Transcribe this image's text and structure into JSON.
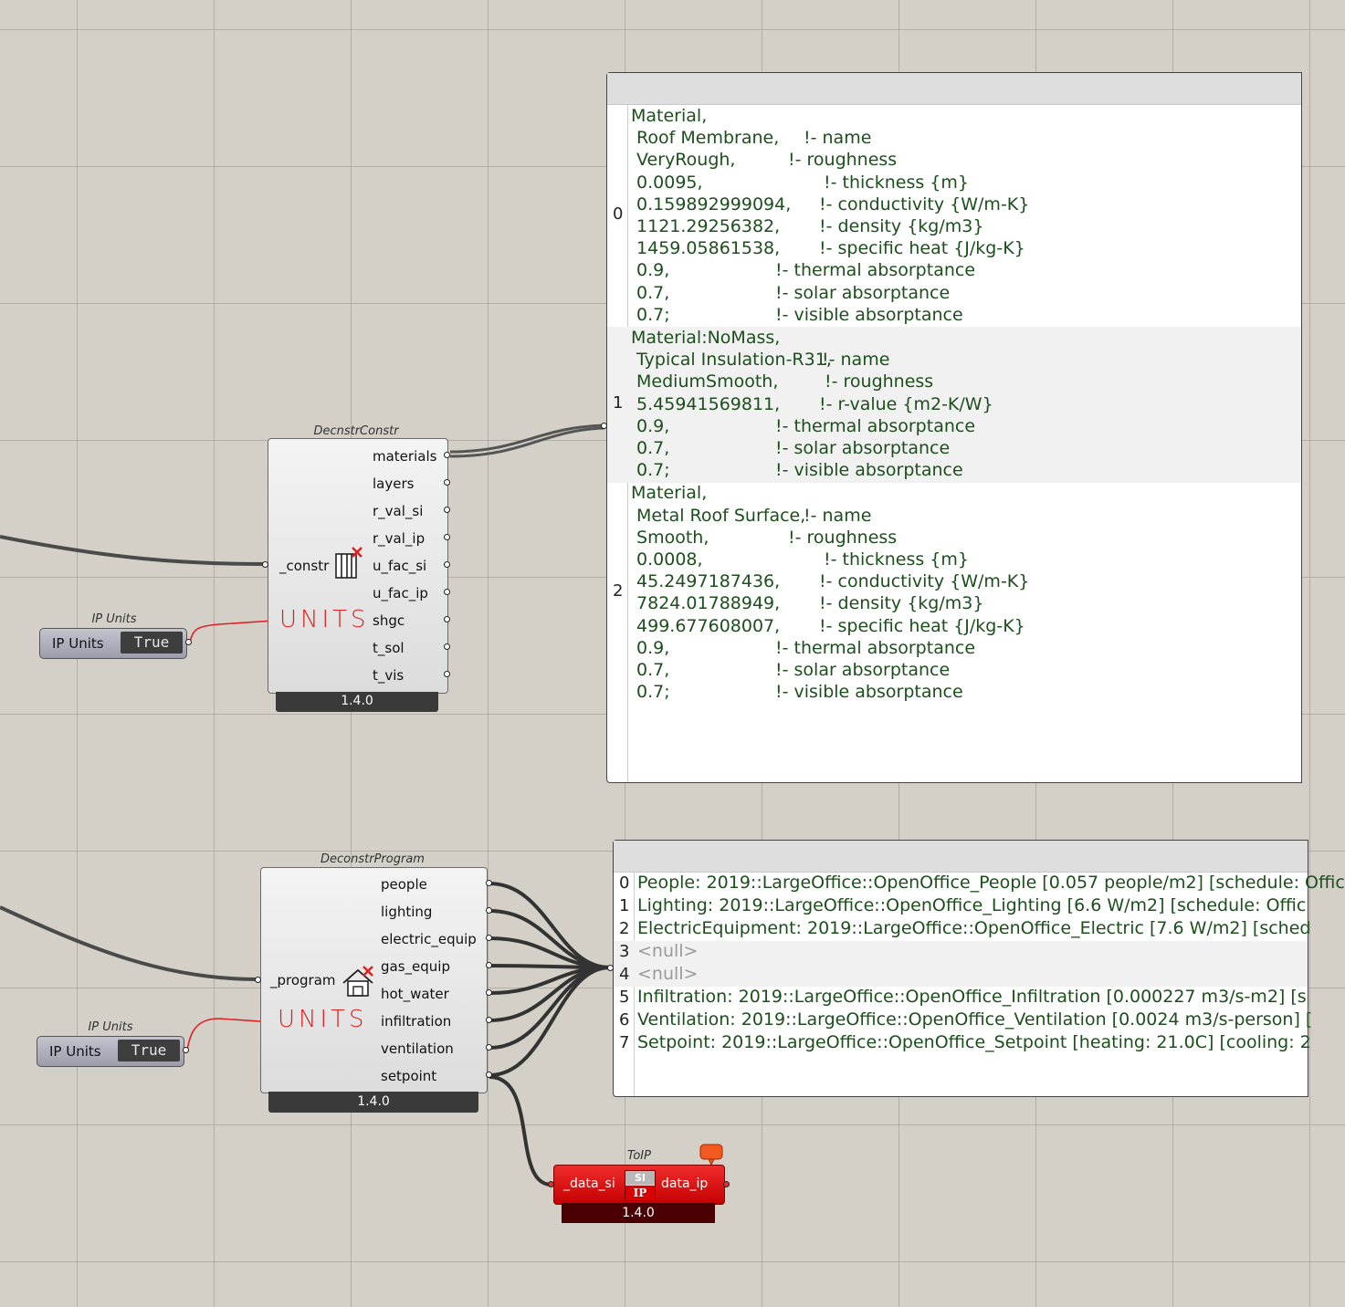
{
  "decnstr_constr": {
    "title": "DecnstrConstr",
    "input": "_constr",
    "outputs": [
      "materials",
      "layers",
      "r_val_si",
      "r_val_ip",
      "u_fac_si",
      "u_fac_ip",
      "shgc",
      "t_sol",
      "t_vis"
    ],
    "version": "1.4.0"
  },
  "deconstr_program": {
    "title": "DeconstrProgram",
    "input": "_program",
    "outputs": [
      "people",
      "lighting",
      "electric_equip",
      "gas_equip",
      "hot_water",
      "infiltration",
      "ventilation",
      "setpoint"
    ],
    "version": "1.4.0"
  },
  "toggle1": {
    "title": "IP Units",
    "label": "IP Units",
    "value": "True"
  },
  "toggle2": {
    "title": "IP Units",
    "label": "IP Units",
    "value": "True"
  },
  "annotations": {
    "units1": "UNITS",
    "units2": "UNITS"
  },
  "toip": {
    "title": "ToIP",
    "input": "_data_si",
    "output": "data_ip",
    "icon_top": "SI",
    "icon_bottom": "IP",
    "version": "1.4.0"
  },
  "materials_panel": {
    "items": [
      {
        "index": "0",
        "lines": [
          {
            "text": "Material,",
            "comment": ""
          },
          {
            "text": " Roof Membrane,",
            "comment": "!- name"
          },
          {
            "text": " VeryRough,",
            "comment": "!- roughness"
          },
          {
            "text": " 0.0095,",
            "comment": "!- thickness {m}"
          },
          {
            "text": " 0.159892999094,",
            "comment": "!- conductivity {W/m-K}"
          },
          {
            "text": " 1121.29256382,",
            "comment": "!- density {kg/m3}"
          },
          {
            "text": " 1459.05861538,",
            "comment": "!- specific heat {J/kg-K}"
          },
          {
            "text": " 0.9,",
            "comment": "!- thermal absorptance"
          },
          {
            "text": " 0.7,",
            "comment": "!- solar absorptance"
          },
          {
            "text": " 0.7;",
            "comment": "!- visible absorptance"
          }
        ]
      },
      {
        "index": "1",
        "lines": [
          {
            "text": "Material:NoMass,",
            "comment": ""
          },
          {
            "text": " Typical Insulation-R31,",
            "comment": "!- name"
          },
          {
            "text": " MediumSmooth,",
            "comment": "!- roughness"
          },
          {
            "text": " 5.45941569811,",
            "comment": "!- r-value {m2-K/W}"
          },
          {
            "text": " 0.9,",
            "comment": "!- thermal absorptance"
          },
          {
            "text": " 0.7,",
            "comment": "!- solar absorptance"
          },
          {
            "text": " 0.7;",
            "comment": "!- visible absorptance"
          }
        ]
      },
      {
        "index": "2",
        "lines": [
          {
            "text": "Material,",
            "comment": ""
          },
          {
            "text": " Metal Roof Surface,",
            "comment": "!- name"
          },
          {
            "text": " Smooth,",
            "comment": "!- roughness"
          },
          {
            "text": " 0.0008,",
            "comment": "!- thickness {m}"
          },
          {
            "text": " 45.2497187436,",
            "comment": "!- conductivity {W/m-K}"
          },
          {
            "text": " 7824.01788949,",
            "comment": "!- density {kg/m3}"
          },
          {
            "text": " 499.677608007,",
            "comment": "!- specific heat {J/kg-K}"
          },
          {
            "text": " 0.9,",
            "comment": "!- thermal absorptance"
          },
          {
            "text": " 0.7,",
            "comment": "!- solar absorptance"
          },
          {
            "text": " 0.7;",
            "comment": "!- visible absorptance"
          }
        ]
      }
    ]
  },
  "program_panel": {
    "rows": [
      {
        "index": "0",
        "text": "People: 2019::LargeOffice::OpenOffice_People [0.057 people/m2] [schedule: Offic"
      },
      {
        "index": "1",
        "text": "Lighting: 2019::LargeOffice::OpenOffice_Lighting [6.6 W/m2] [schedule: Offic"
      },
      {
        "index": "2",
        "text": "ElectricEquipment: 2019::LargeOffice::OpenOffice_Electric [7.6 W/m2] [sched"
      },
      {
        "index": "3",
        "text": "<null>",
        "null": true
      },
      {
        "index": "4",
        "text": "<null>",
        "null": true
      },
      {
        "index": "5",
        "text": "Infiltration: 2019::LargeOffice::OpenOffice_Infiltration [0.000227 m3/s-m2] [s"
      },
      {
        "index": "6",
        "text": "Ventilation: 2019::LargeOffice::OpenOffice_Ventilation [0.0024 m3/s-person] ["
      },
      {
        "index": "7",
        "text": "Setpoint: 2019::LargeOffice::OpenOffice_Setpoint [heating: 21.0C] [cooling: 2"
      }
    ]
  }
}
